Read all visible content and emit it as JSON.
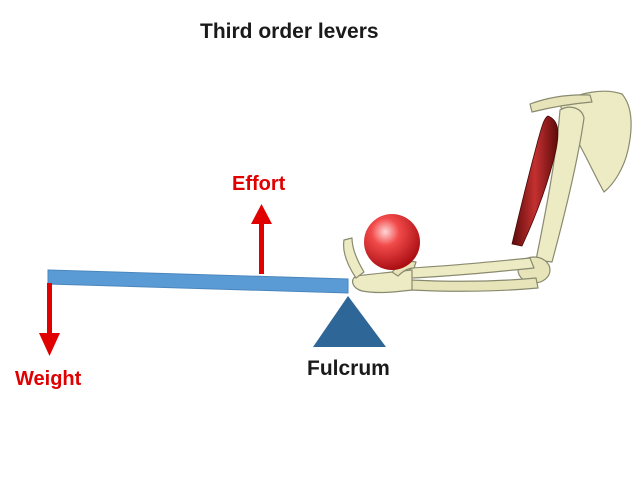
{
  "diagram": {
    "title": "Third order levers",
    "labels": {
      "effort": "Effort",
      "weight": "Weight",
      "fulcrum": "Fulcrum"
    }
  },
  "colors": {
    "text": "#1a1a1a",
    "force": "#e00000",
    "beam": "#5b9bd5",
    "fulcrum": "#2e6698",
    "ball": "#e8202a",
    "bone": "#ecebc3",
    "bone_outline": "#8a8a70",
    "muscle": "#9b1c1c"
  }
}
